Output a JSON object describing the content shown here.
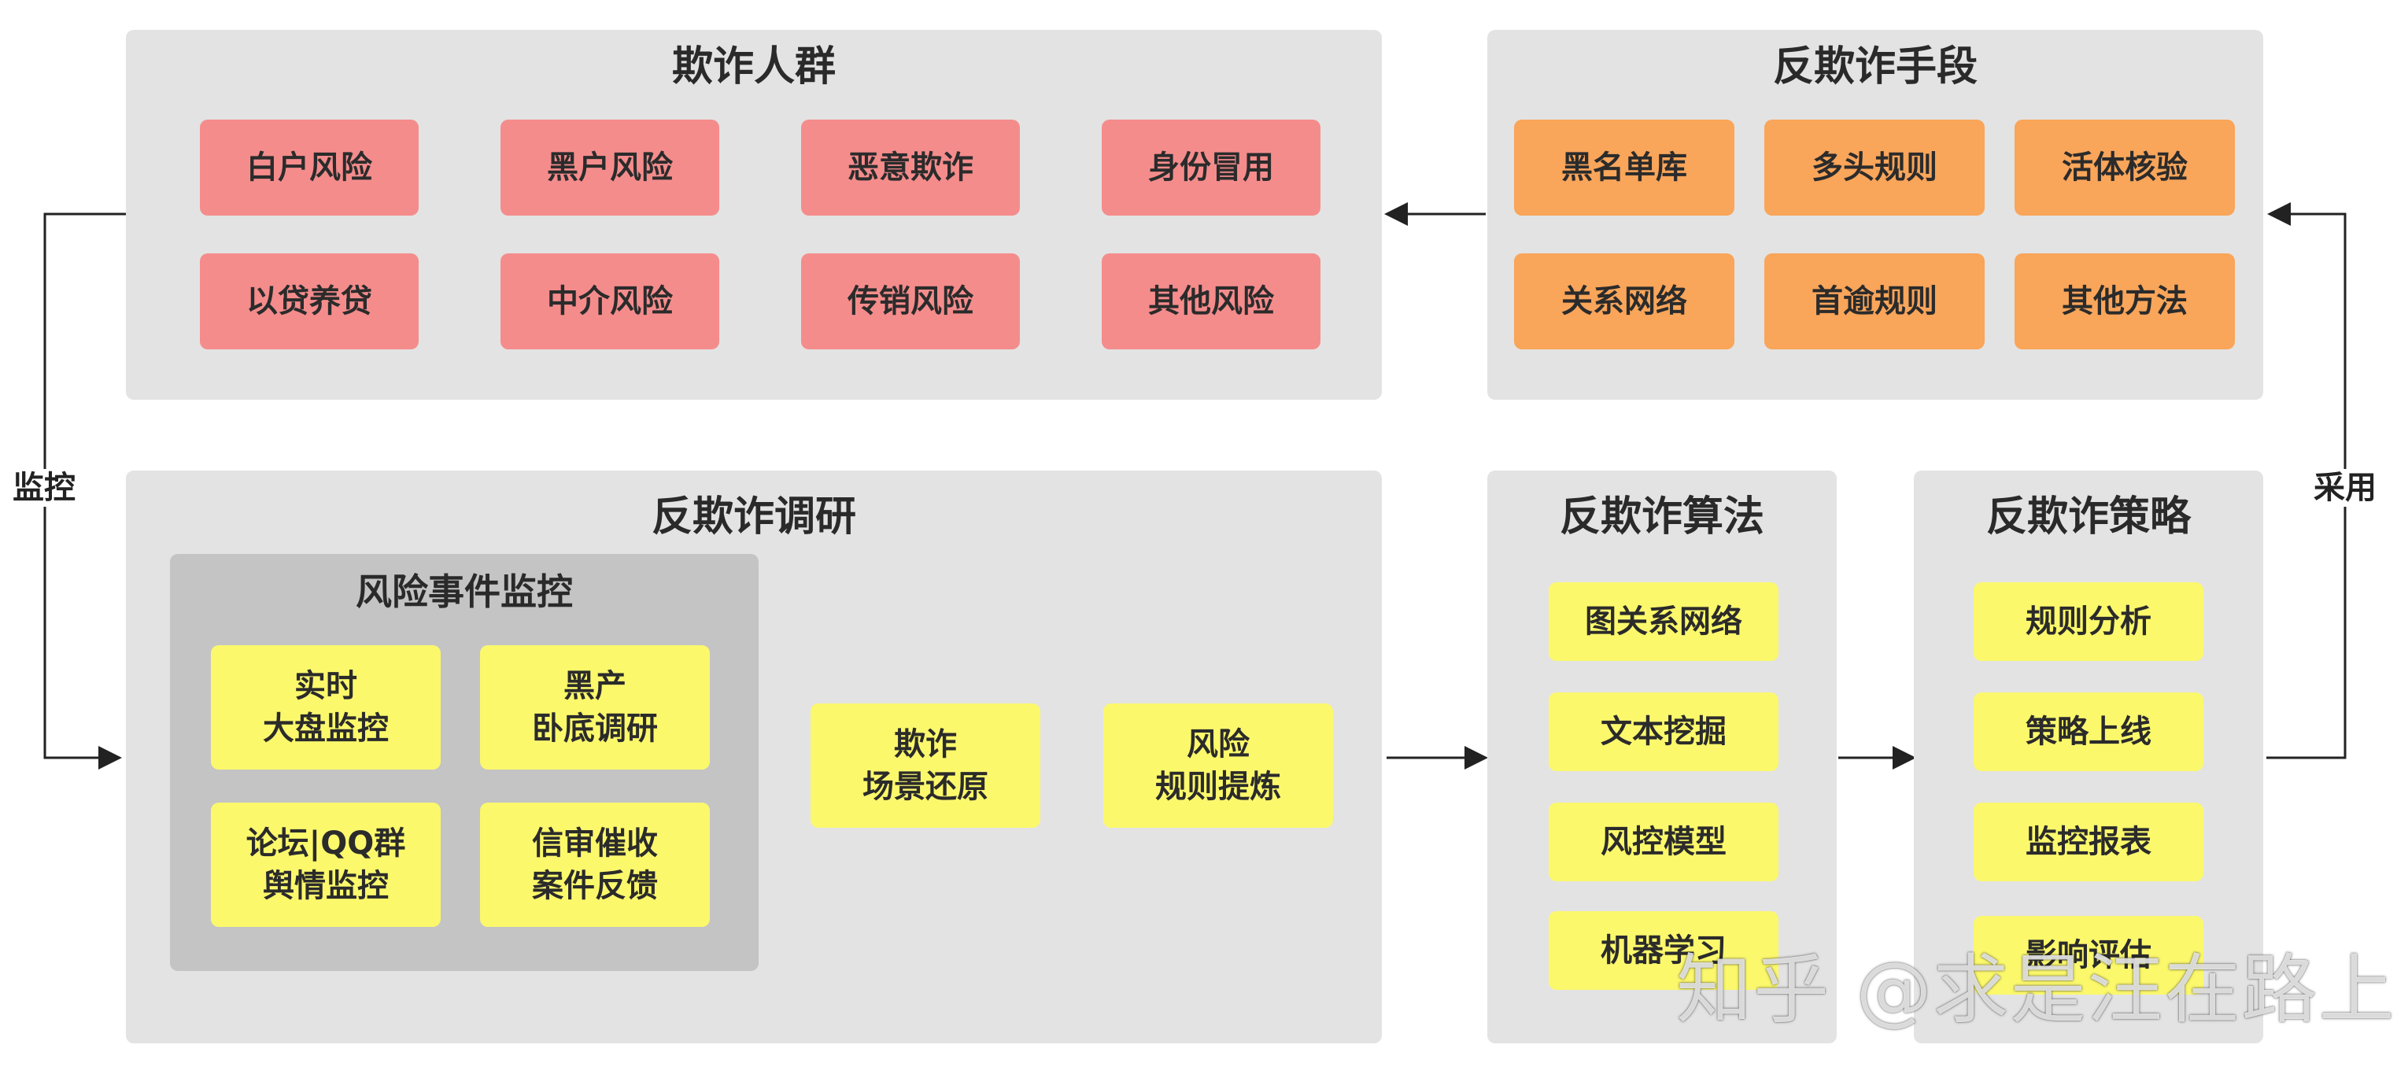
{
  "fraud_population": {
    "title": "欺诈人群",
    "items": [
      "白户风险",
      "黑户风险",
      "恶意欺诈",
      "身份冒用",
      "以贷养贷",
      "中介风险",
      "传销风险",
      "其他风险"
    ]
  },
  "anti_fraud_means": {
    "title": "反欺诈手段",
    "items": [
      "黑名单库",
      "多头规则",
      "活体核验",
      "关系网络",
      "首逾规则",
      "其他方法"
    ]
  },
  "anti_fraud_research": {
    "title": "反欺诈调研",
    "risk_event_monitoring": {
      "title": "风险事件监控",
      "items": [
        "实时\n大盘监控",
        "黑产\n卧底调研",
        "论坛|QQ群\n舆情监控",
        "信审催收\n案件反馈"
      ]
    },
    "scene_restore": "欺诈\n场景还原",
    "rule_refine": "风险\n规则提炼"
  },
  "anti_fraud_algorithm": {
    "title": "反欺诈算法",
    "items": [
      "图关系网络",
      "文本挖掘",
      "风控模型",
      "机器学习"
    ]
  },
  "anti_fraud_strategy": {
    "title": "反欺诈策略",
    "items": [
      "规则分析",
      "策略上线",
      "监控报表",
      "影响评估"
    ]
  },
  "edges": {
    "monitor_label": "监控",
    "adopt_label": "采用"
  },
  "watermark": "知乎 @求是汪在路上",
  "colors": {
    "panel": "#e3e3e3",
    "subpanel": "#c4c4c4",
    "pink": "#f58c8c",
    "orange": "#f9a55a",
    "yellow": "#fbf86c",
    "arrow": "#222222"
  }
}
